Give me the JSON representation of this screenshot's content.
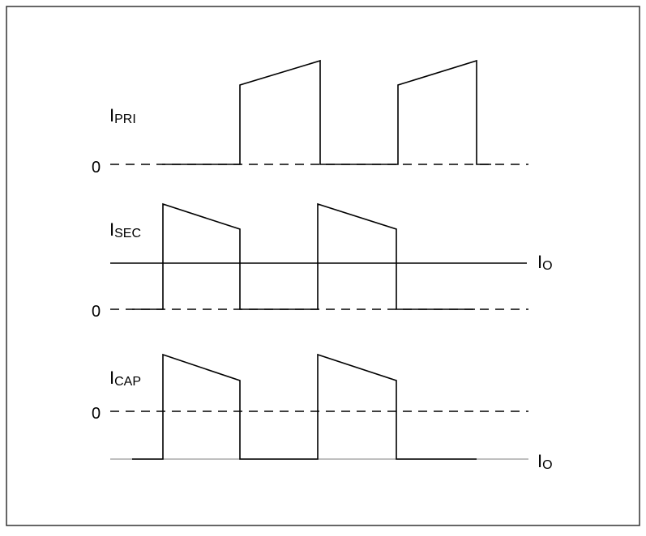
{
  "labels": {
    "ipri_main": "I",
    "ipri_sub": "PRI",
    "isec_main": "I",
    "isec_sub": "SEC",
    "icap_main": "I",
    "icap_sub": "CAP",
    "io1_main": "I",
    "io1_sub": "O",
    "io2_main": "I",
    "io2_sub": "O",
    "zero_pri": "0",
    "zero_sec": "0",
    "zero_cap": "0"
  },
  "colors": {
    "stroke": "#000000",
    "io_cap_line": "#aaaaaa",
    "frame": "#333333"
  }
}
